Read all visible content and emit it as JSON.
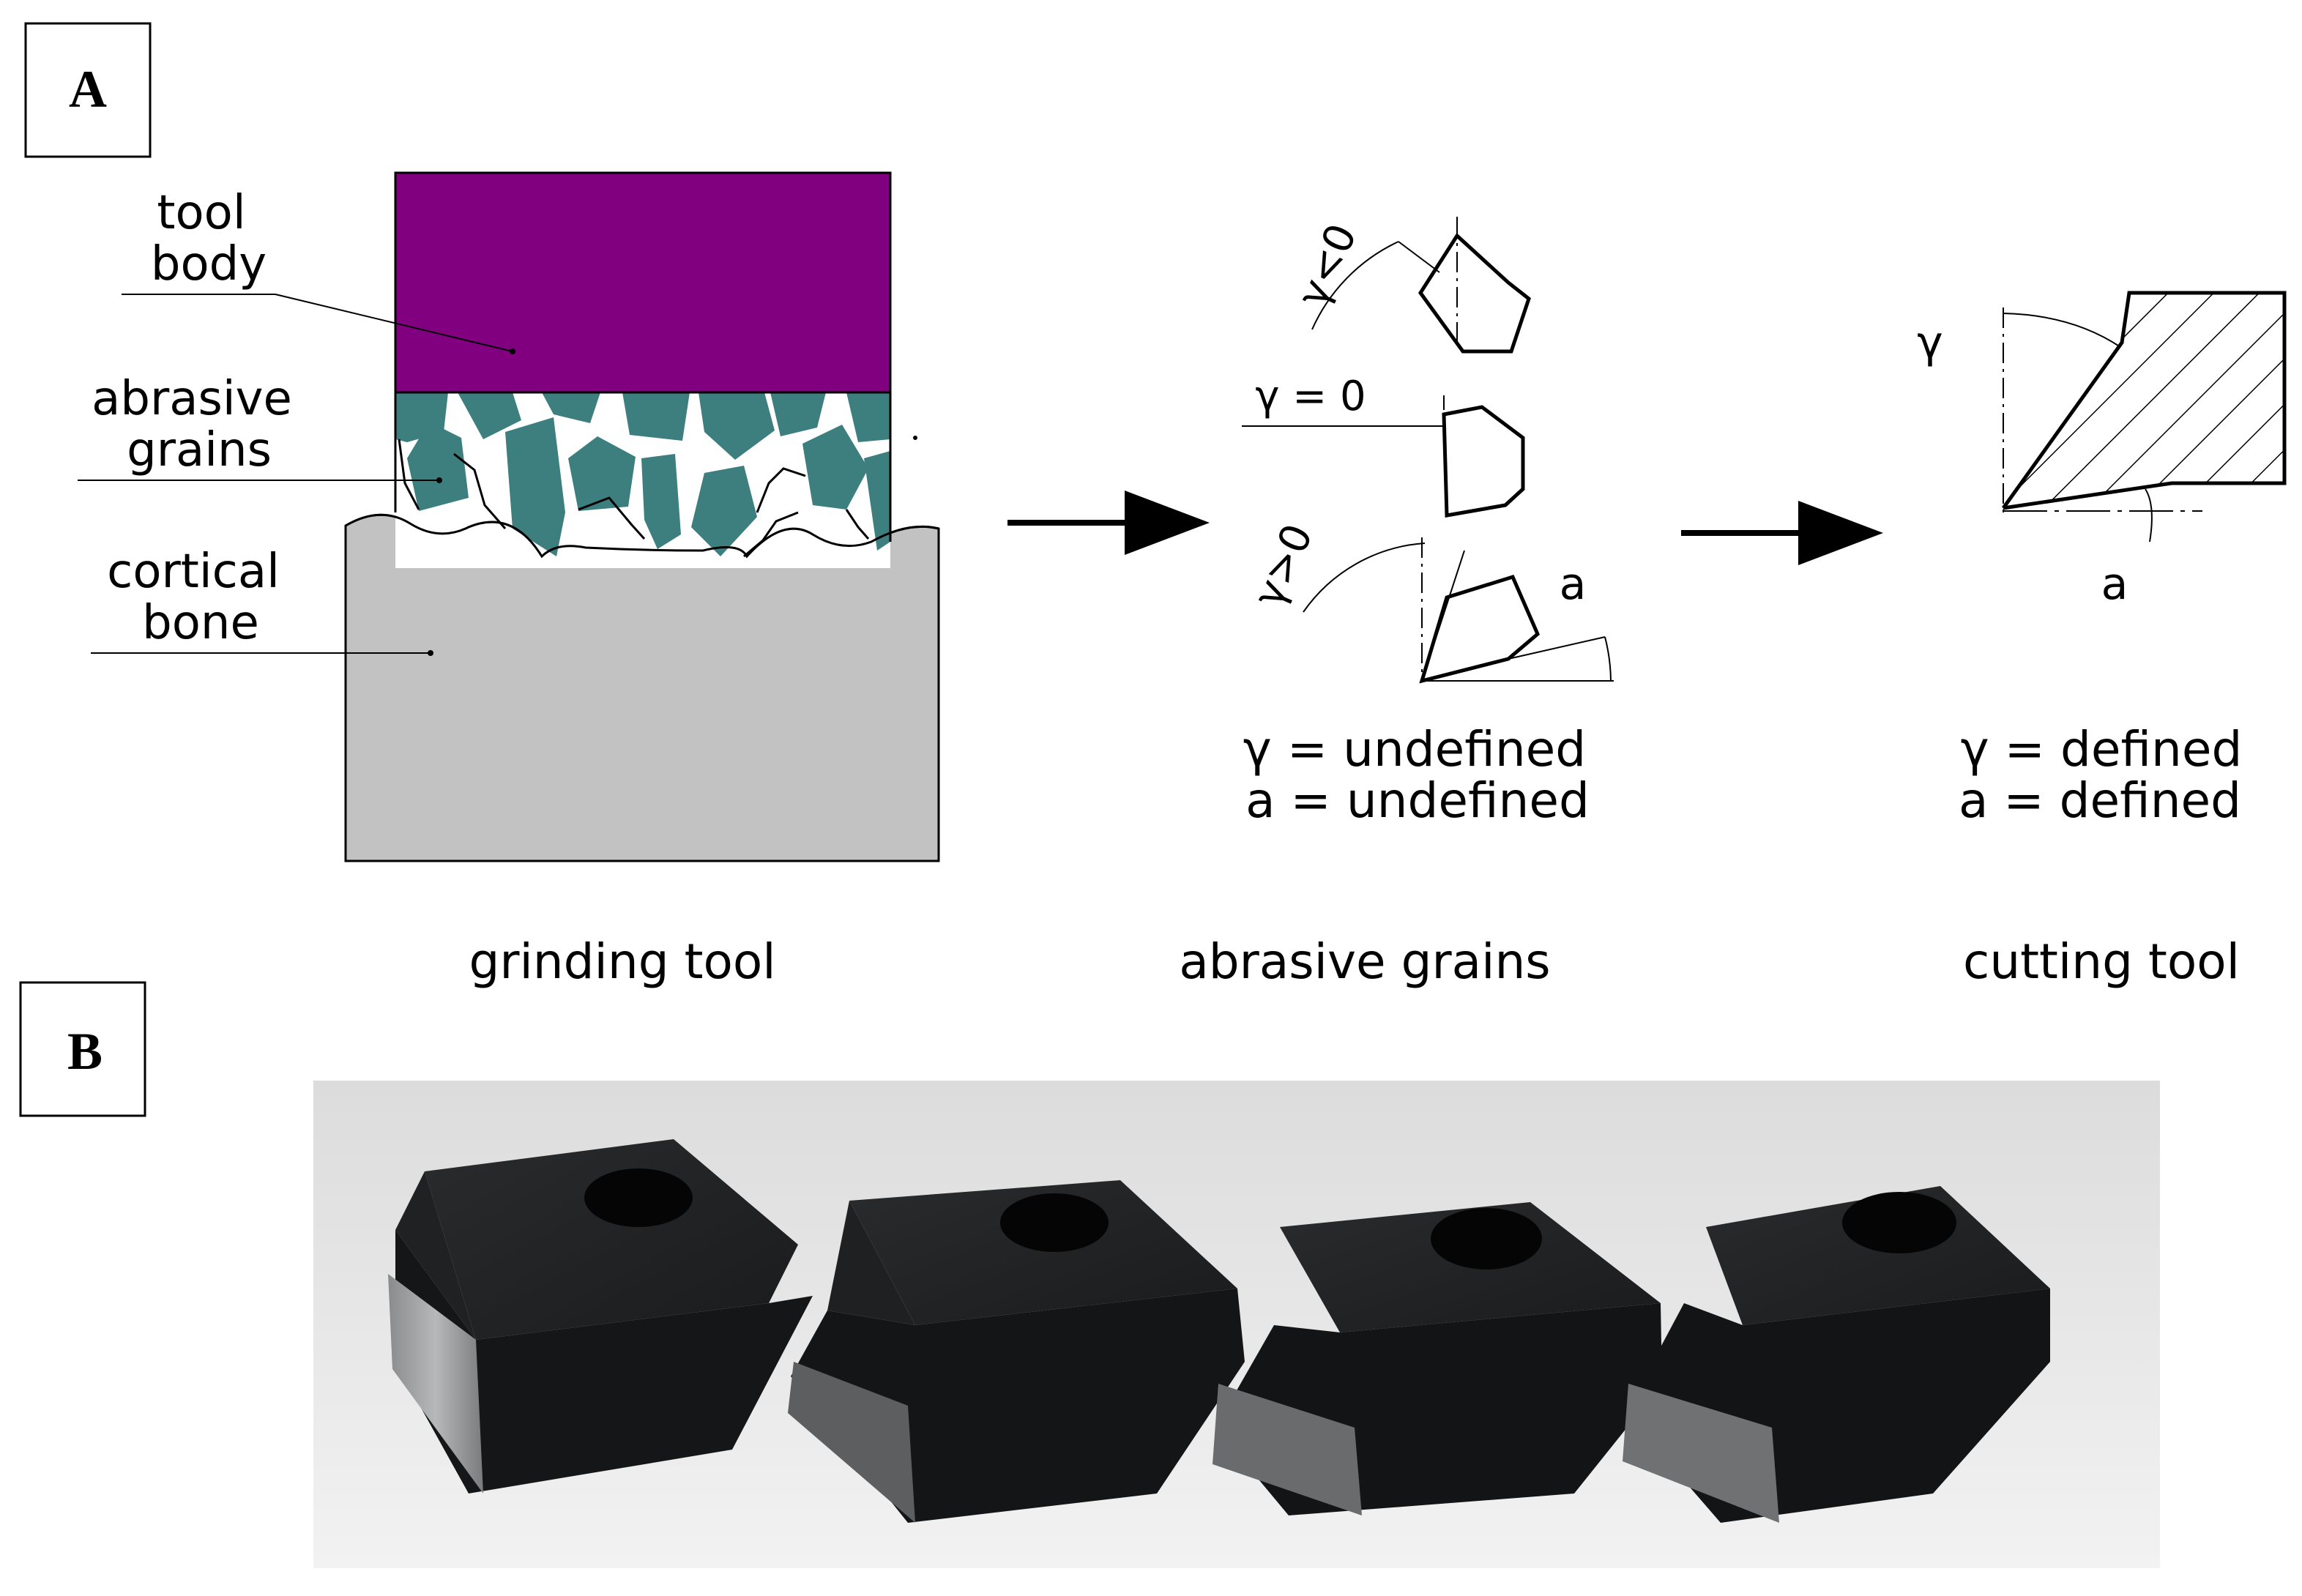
{
  "panel_a": {
    "label": "A",
    "grinding": {
      "tool_body_line1": "tool",
      "tool_body_line2": "body",
      "abrasive_line1": "abrasive",
      "abrasive_line2": "grains",
      "bone_line1": "cortical",
      "bone_line2": "bone",
      "caption": "grinding tool"
    },
    "grains": {
      "neg_label": "γ<0",
      "zero_label": "γ = 0",
      "pos_label": "γ>0",
      "alpha_label": "a",
      "status_line1": "γ = undefined",
      "status_line2": "a = undefined",
      "caption": "abrasive grains"
    },
    "cutting": {
      "gamma_label": "γ",
      "alpha_label": "a",
      "status_line1": "γ = defined",
      "status_line2": "a = defined",
      "caption": "cutting tool"
    }
  },
  "panel_b": {
    "label": "B",
    "photo_alt": "four black cutting-tool inserts with ground cutting edges"
  },
  "colors": {
    "tool_body": "#800080",
    "grain": "#3d7e7e",
    "bone": "#c2c2c2"
  }
}
